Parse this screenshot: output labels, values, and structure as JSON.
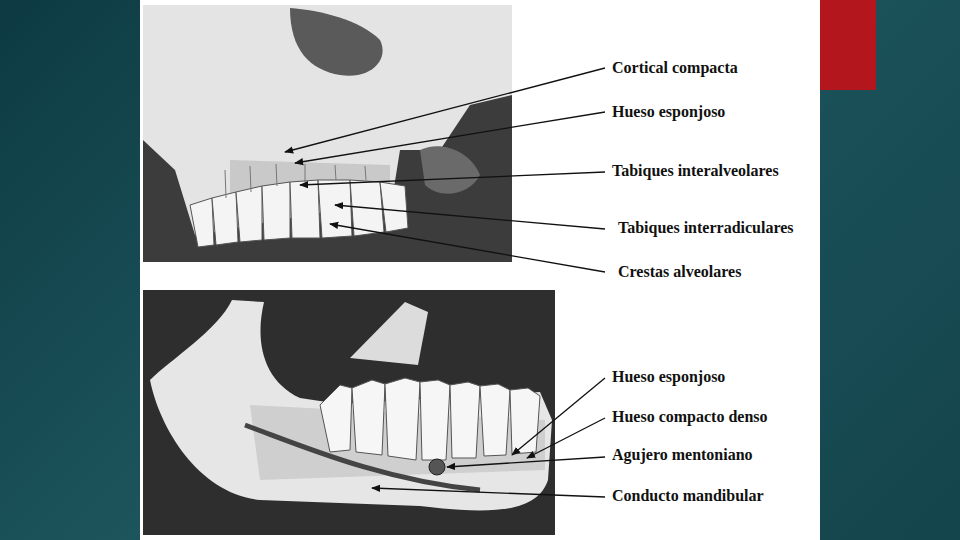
{
  "diagram": {
    "labels": [
      "Cortical compacta",
      "Hueso esponjoso",
      "Tabiques interalveolares",
      "Tabiques interradiculares",
      "Crestas alveolares",
      "Hueso esponjoso",
      "Hueso compacto denso",
      "Agujero mentoniano",
      "Conducto mandibular"
    ]
  }
}
